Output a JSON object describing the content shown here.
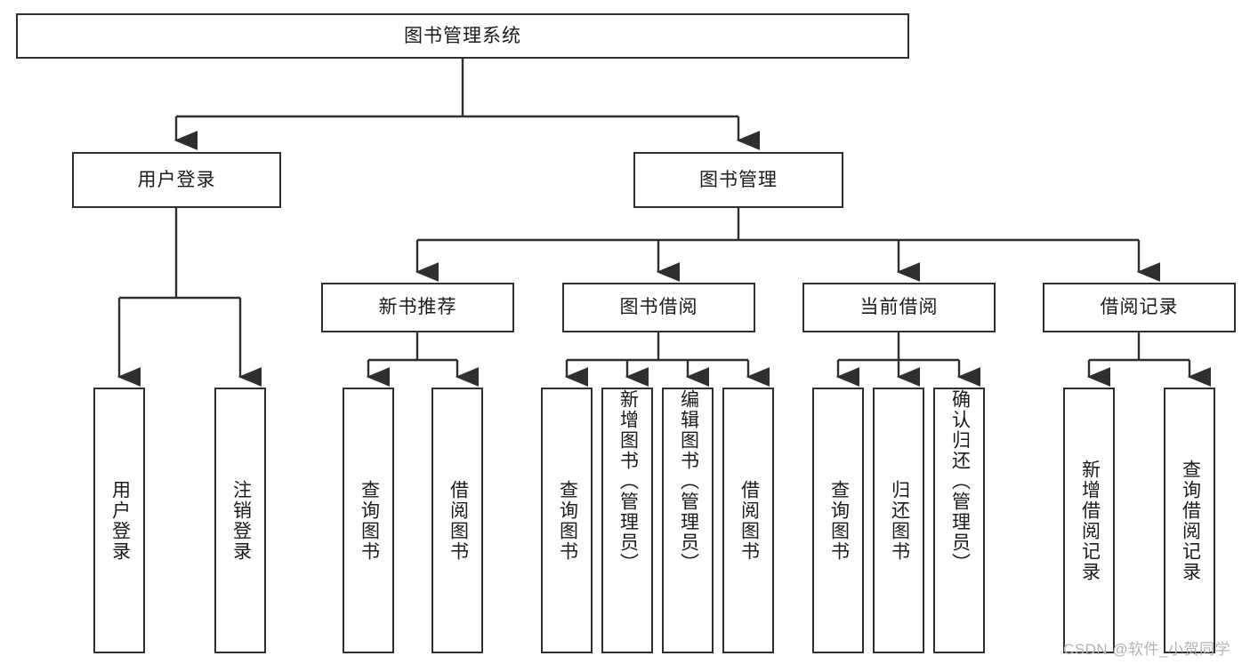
{
  "diagram": {
    "title": "图书管理系统",
    "watermark": "CSDN @软件_小贺同学",
    "line_color": "#2f2f2f",
    "box_fill": "#ffffff",
    "text_color": "#1b1b1b",
    "watermark_color": "#b4b4b4",
    "root": {
      "label": "图书管理系统"
    },
    "level2": [
      {
        "label": "用户登录"
      },
      {
        "label": "图书管理"
      }
    ],
    "level3": [
      {
        "label": "新书推荐"
      },
      {
        "label": "图书借阅"
      },
      {
        "label": "当前借阅"
      },
      {
        "label": "借阅记录"
      }
    ],
    "leaves": {
      "user_login": [
        {
          "label": "用户登录"
        },
        {
          "label": "注销登录"
        }
      ],
      "new_book_recommend": [
        {
          "label": "查询图书"
        },
        {
          "label": "借阅图书"
        }
      ],
      "book_borrow": [
        {
          "label": "查询图书"
        },
        {
          "label": "新增图书（管理员）"
        },
        {
          "label": "编辑图书（管理员）"
        },
        {
          "label": "借阅图书"
        }
      ],
      "current_borrow": [
        {
          "label": "查询图书"
        },
        {
          "label": "归还图书"
        },
        {
          "label": "确认归还（管理员）"
        }
      ],
      "borrow_record": [
        {
          "label": "新增借阅记录"
        },
        {
          "label": "查询借阅记录"
        }
      ]
    }
  }
}
